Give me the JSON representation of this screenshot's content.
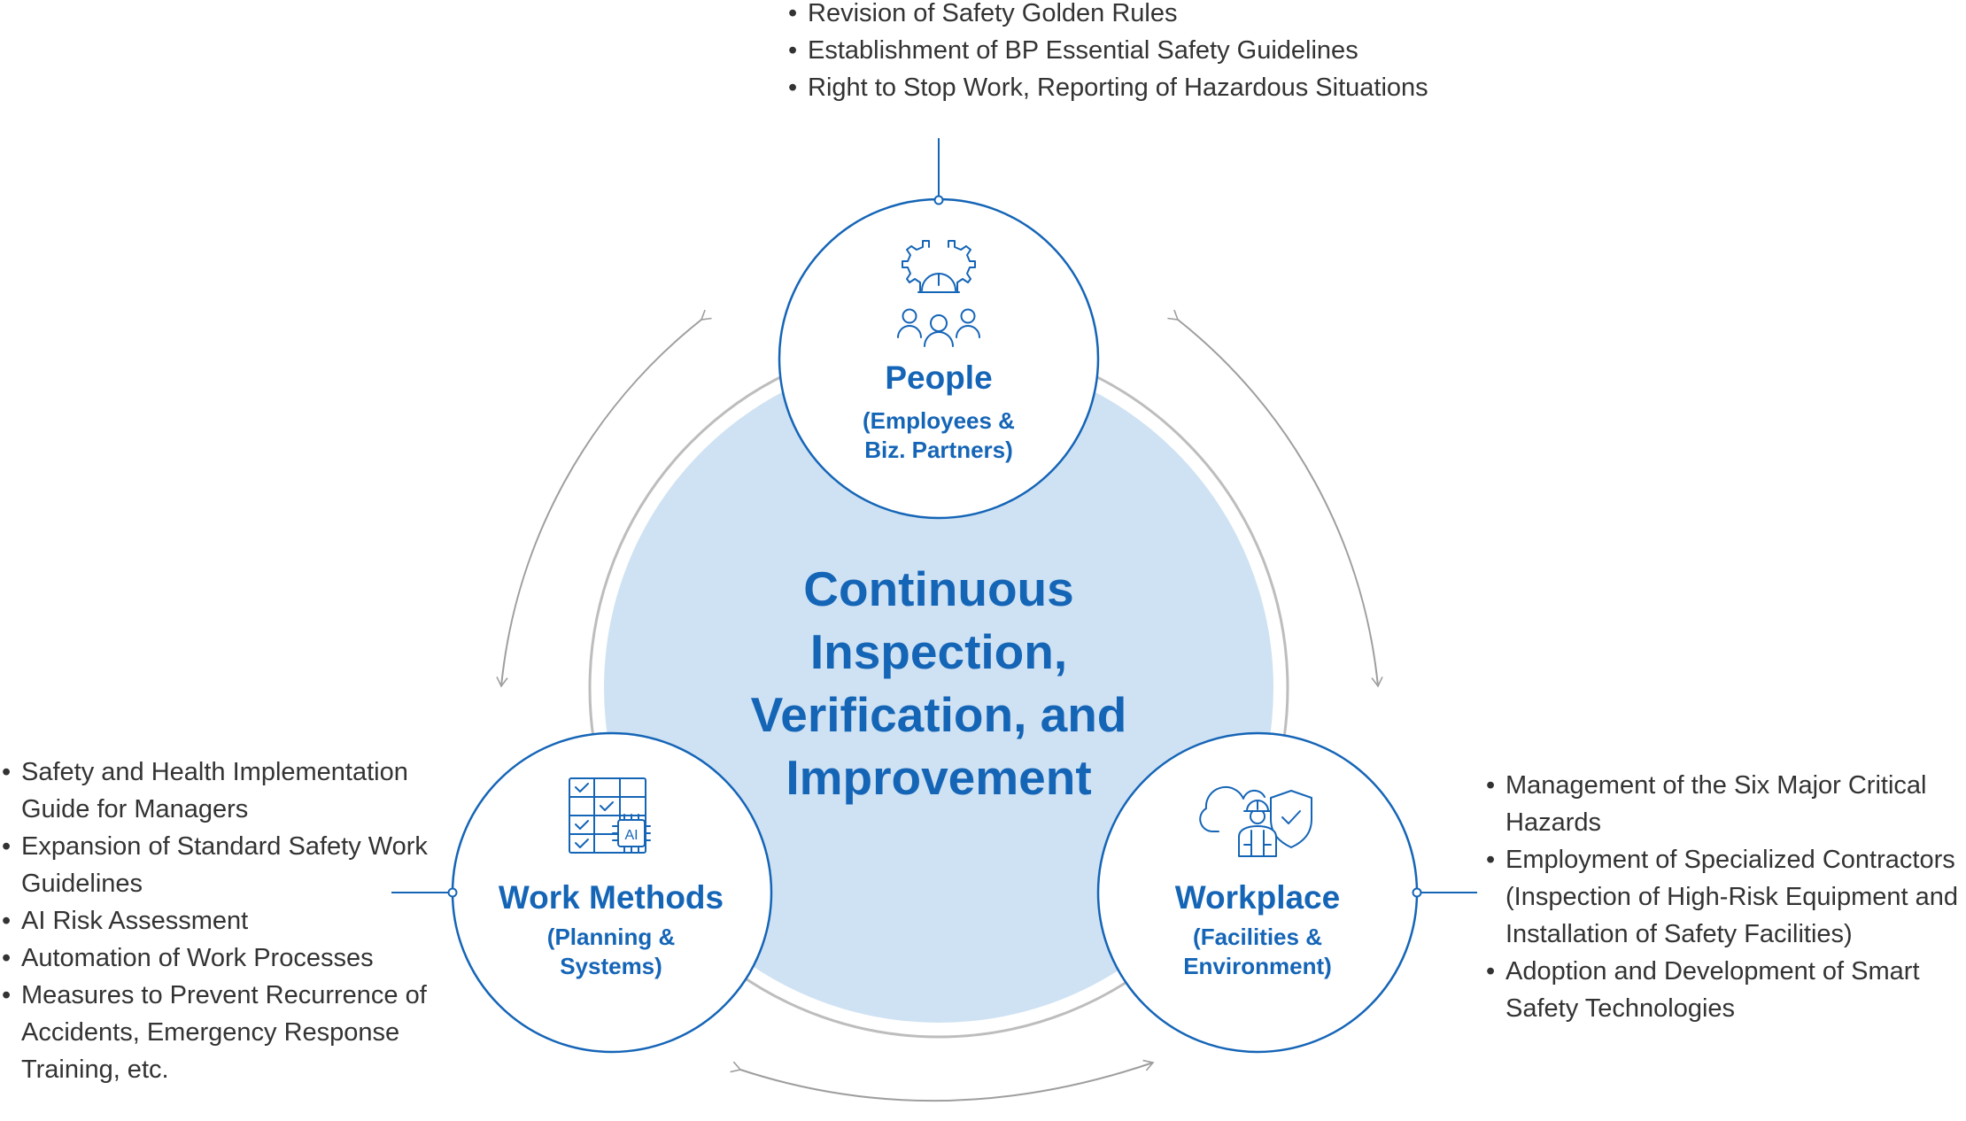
{
  "center": {
    "lines": [
      "Continuous",
      "Inspection,",
      "Verification, and",
      "Improvement"
    ]
  },
  "people": {
    "title": "People",
    "subtitle_line1": "(Employees &",
    "subtitle_line2": "Biz. Partners)",
    "icon": "helmet-gear-people-icon",
    "items": [
      "Revision of Safety Golden Rules",
      "Establishment of BP Essential Safety Guidelines",
      "Right to Stop Work, Reporting of Hazardous Situations"
    ]
  },
  "work_methods": {
    "title": "Work Methods",
    "subtitle_line1": "(Planning &",
    "subtitle_line2": "Systems)",
    "icon": "checklist-ai-chip-icon",
    "icon_label": "AI",
    "items": [
      "Safety and Health Implementation Guide for Managers",
      "Expansion of Standard Safety Work Guidelines",
      "AI Risk Assessment",
      "Automation of Work Processes",
      "Measures to Prevent Recurrence of Accidents, Emergency Response Training, etc."
    ]
  },
  "workplace": {
    "title": "Workplace",
    "subtitle_line1": "(Facilities &",
    "subtitle_line2": "Environment)",
    "icon": "cloud-worker-shield-icon",
    "items": [
      "Management of the Six Major Critical Hazards",
      "Employment of Specialized Contractors (Inspection of High-Risk Equipment and Installation of Safety Facilities)",
      "Adoption and Development of Smart Safety Technologies"
    ]
  },
  "colors": {
    "accent_blue": "#1565b7",
    "center_fill": "#cfe2f3",
    "ring_gray": "#bdbdbd",
    "arrow_gray": "#9e9e9e",
    "text_dark": "#333333"
  }
}
